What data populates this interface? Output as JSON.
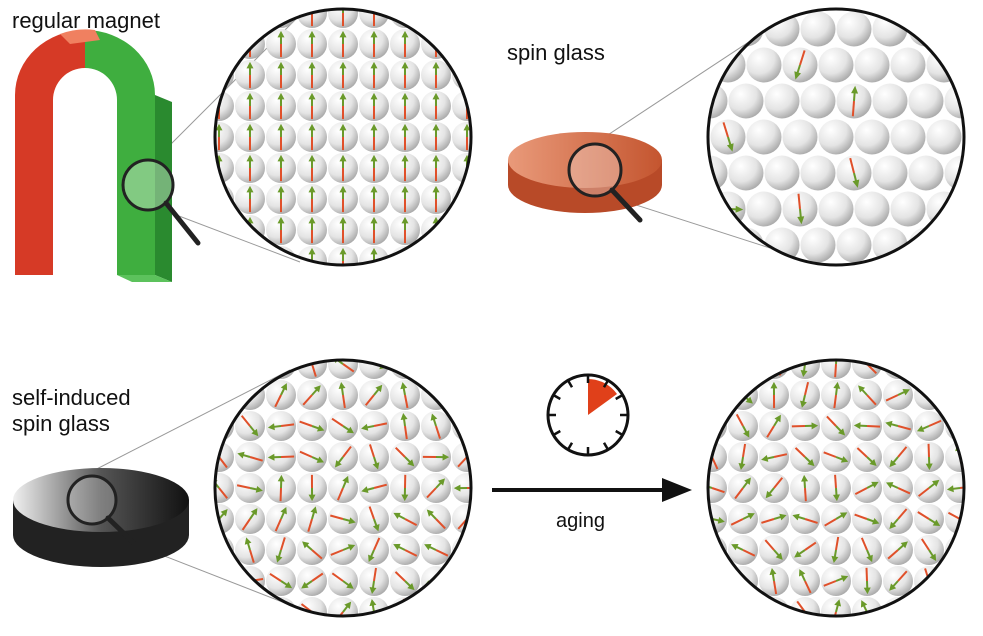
{
  "labels": {
    "regular_magnet": "regular magnet",
    "spin_glass": "spin glass",
    "self_induced_line1": "self-induced",
    "self_induced_line2": "spin glass",
    "aging": "aging"
  },
  "colors": {
    "magnet_red": "#d63a26",
    "magnet_green": "#3fae3f",
    "copper": "#d8704f",
    "arrow_green": "#6a9a2a",
    "arrow_red": "#e0502a",
    "clock_wedge": "#e0401a"
  },
  "panels": [
    {
      "name": "regular-magnet",
      "ordering": "aligned",
      "arrow_fraction": 1.0
    },
    {
      "name": "spin-glass",
      "ordering": "sparse-random",
      "arrow_fraction": 0.15
    },
    {
      "name": "self-induced-spin-glass",
      "ordering": "random",
      "arrow_fraction": 1.0
    },
    {
      "name": "aged-spin-glass",
      "ordering": "random",
      "arrow_fraction": 1.0
    }
  ]
}
